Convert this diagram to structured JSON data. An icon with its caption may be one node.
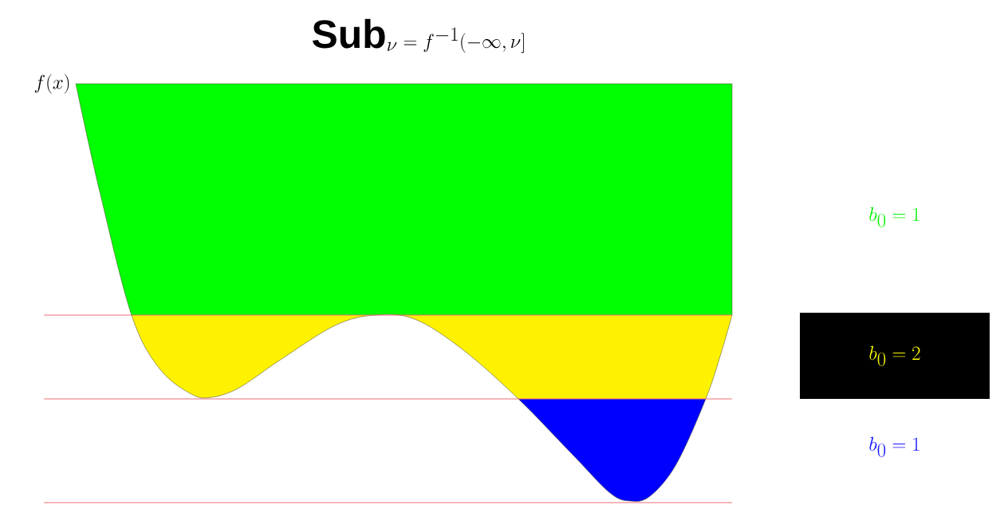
{
  "diagram": {
    "title": "\\textbf{Sub}_{\\nu} = f^{-1}(-\\infty, \\nu]",
    "labels": [
      "f(x)",
      "b_0 = 1",
      "b_0 = 2",
      "b_0 = 1"
    ]
  }
}
